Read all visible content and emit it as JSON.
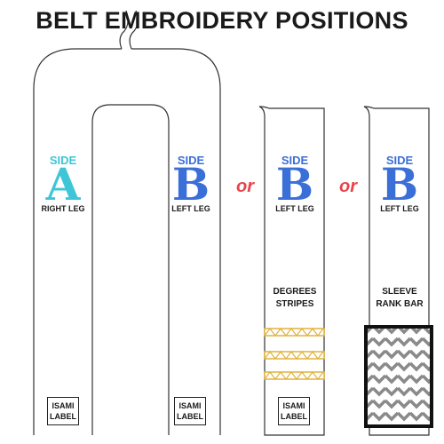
{
  "title": "BELT EMBROIDERY POSITIONS",
  "colors": {
    "side_a": "#3ec6d8",
    "side_b": "#3a6fd8",
    "or": "#e8434a",
    "stripes": "#e0b23c",
    "outline": "#333333"
  },
  "positions": [
    {
      "side_word": "SIDE",
      "letter": "A",
      "leg": "RIGHT LEG",
      "label_top": "ISAMI",
      "label_bottom": "LABEL"
    },
    {
      "side_word": "SIDE",
      "letter": "B",
      "leg": "LEFT LEG",
      "label_top": "ISAMI",
      "label_bottom": "LABEL"
    },
    {
      "side_word": "SIDE",
      "letter": "B",
      "leg": "LEFT LEG",
      "note_top": "DEGREES",
      "note_bottom": "STRIPES",
      "label_top": "ISAMI",
      "label_bottom": "LABEL"
    },
    {
      "side_word": "SIDE",
      "letter": "B",
      "leg": "LEFT LEG",
      "note_top": "SLEEVE",
      "note_bottom": "RANK BAR"
    }
  ],
  "separators": [
    "or",
    "or"
  ]
}
